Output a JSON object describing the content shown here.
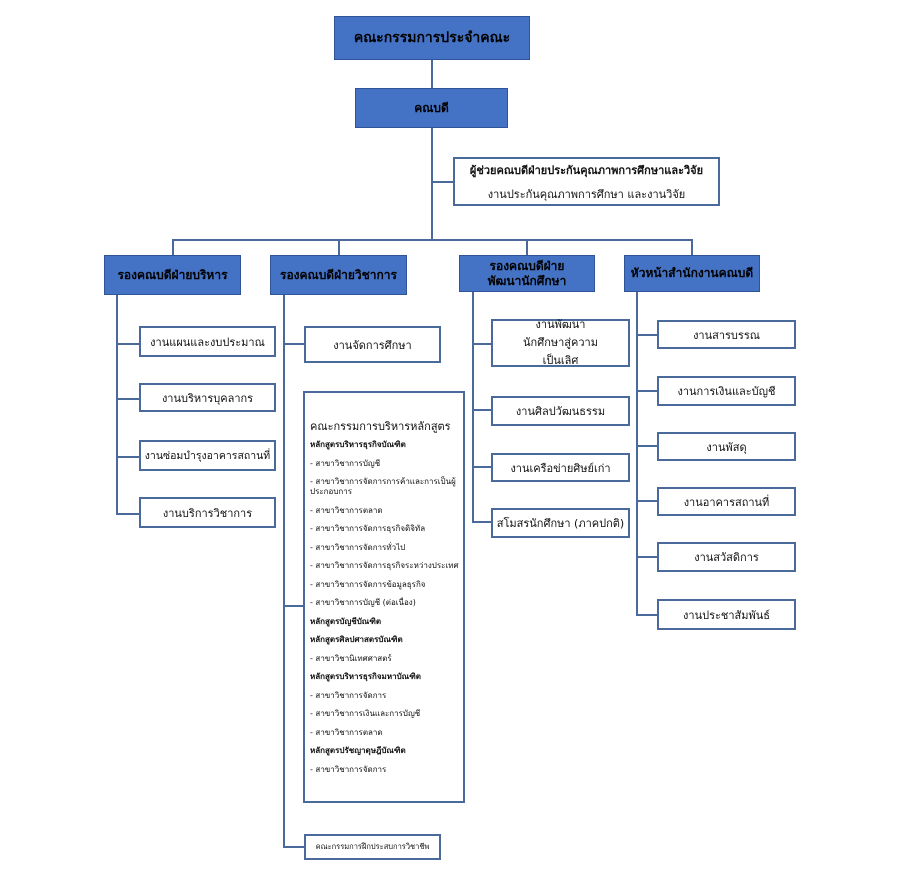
{
  "top": {
    "label": "คณะกรรมการประจำคณะ"
  },
  "dean": {
    "label": "คณบดี"
  },
  "assistant": {
    "title": "ผู้ช่วยคณบดีฝ่ายประกันคุณภาพการศึกษาและวิจัย",
    "subtitle": "งานประกันคุณภาพการศึกษา และงานวิจัย"
  },
  "divisions": [
    {
      "label": "รองคณบดีฝ่ายบริหาร",
      "units": [
        "งานแผนและงบประมาณ",
        "งานบริหารบุคลากร",
        "งานซ่อมบำรุงอาคารสถานที่",
        "งานบริการวิชาการ"
      ]
    },
    {
      "label": "รองคณบดีฝ่ายวิชาการ",
      "units": [
        "งานจัดการศึกษา"
      ],
      "curriculum_committee": {
        "title": "คณะกรรมการบริหารหลักสูตร",
        "items": [
          {
            "type": "program",
            "text": "หลักสูตรบริหารธุรกิจบัณฑิต"
          },
          {
            "type": "major",
            "text": "- สาขาวิชาการบัญชี"
          },
          {
            "type": "major",
            "text": "- สาขาวิชาการจัดการการค้าและการเป็นผู้ประกอบการ"
          },
          {
            "type": "major",
            "text": "- สาขาวิชาการตลาด"
          },
          {
            "type": "major",
            "text": "- สาขาวิชาการจัดการธุรกิจดิจิทัล"
          },
          {
            "type": "major",
            "text": "- สาขาวิชาการจัดการทั่วไป"
          },
          {
            "type": "major",
            "text": "- สาขาวิชาการจัดการธุรกิจระหว่างประเทศ"
          },
          {
            "type": "major",
            "text": "- สาขาวิชาการจัดการข้อมูลธุรกิจ"
          },
          {
            "type": "major",
            "text": "- สาขาวิชาการบัญชี (ต่อเนื่อง)"
          },
          {
            "type": "program",
            "text": "หลักสูตรบัญชีบัณฑิต"
          },
          {
            "type": "program",
            "text": "หลักสูตรศิลปศาสตรบัณฑิต"
          },
          {
            "type": "major",
            "text": "- สาขาวิชานิเทศศาสตร์"
          },
          {
            "type": "program",
            "text": "หลักสูตรบริหารธุรกิจมหาบัณฑิต"
          },
          {
            "type": "major",
            "text": "- สาขาวิชาการจัดการ"
          },
          {
            "type": "major",
            "text": "- สาขาวิชาการเงินและการบัญชี"
          },
          {
            "type": "major",
            "text": "- สาขาวิชาการตลาด"
          },
          {
            "type": "program",
            "text": "หลักสูตรปรัชญาดุษฎีบัณฑิต"
          },
          {
            "type": "major",
            "text": "- สาขาวิชาการจัดการ"
          }
        ]
      },
      "internship_committee": "คณะกรรมการฝึกประสบการวิชาชีพ"
    },
    {
      "label": "รองคณบดีฝ่ายพัฒนานักศึกษา",
      "units": [
        "งานพัฒนานักศึกษาสู่ความเป็นเลิศ",
        "งานศิลปวัฒนธรรม",
        "งานเครือข่ายศิษย์เก่า",
        "สโมสรนักศึกษา (ภาคปกติ)"
      ]
    },
    {
      "label": "หัวหน้าสำนักงานคณบดี",
      "units": [
        "งานสารบรรณ",
        "งานการเงินและบัญชี",
        "งานพัสดุ",
        "งานอาคารสถานที่",
        "งานสวัสดิการ",
        "งานประชาสัมพันธ์"
      ]
    }
  ],
  "colors": {
    "header_fill": "#4472c4",
    "connector": "#4a6a9c"
  }
}
